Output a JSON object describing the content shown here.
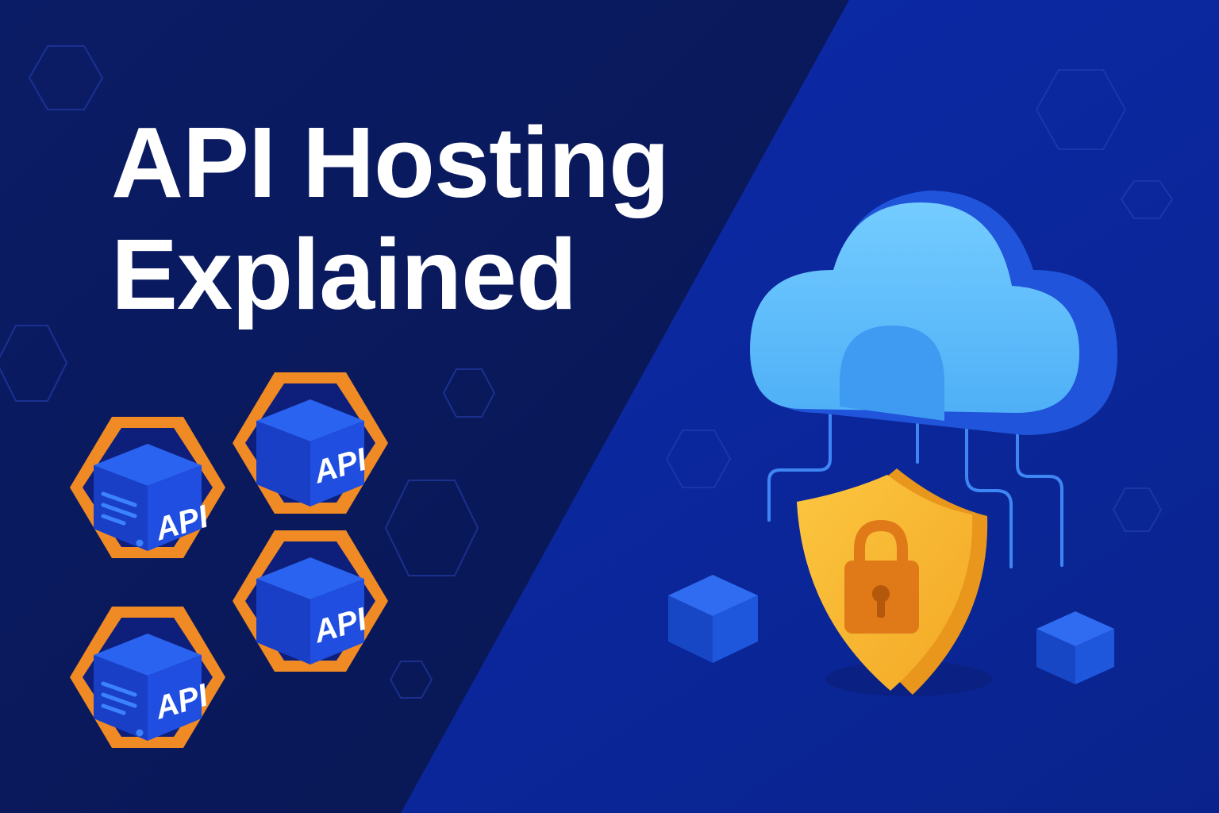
{
  "headline": {
    "line1": "API Hosting",
    "line2": "Explained"
  },
  "api_modules": [
    {
      "label": "API",
      "has_server_lines": true
    },
    {
      "label": "API",
      "has_server_lines": false
    },
    {
      "label": "API",
      "has_server_lines": false
    },
    {
      "label": "API",
      "has_server_lines": true
    }
  ],
  "illustration": {
    "cloud": "cloud-icon",
    "shield": "shield-icon",
    "lock": "padlock-icon",
    "cubes": [
      "cube-icon",
      "cube-icon"
    ]
  },
  "colors": {
    "background_left": "#0a1a5e",
    "background_right": "#0b27a3",
    "hex_orange": "#f08a24",
    "cube_blue": "#1a4fe0",
    "cloud_light": "#6cc6ff",
    "shield_yellow": "#fbb62f",
    "lock_orange": "#e07a19"
  }
}
